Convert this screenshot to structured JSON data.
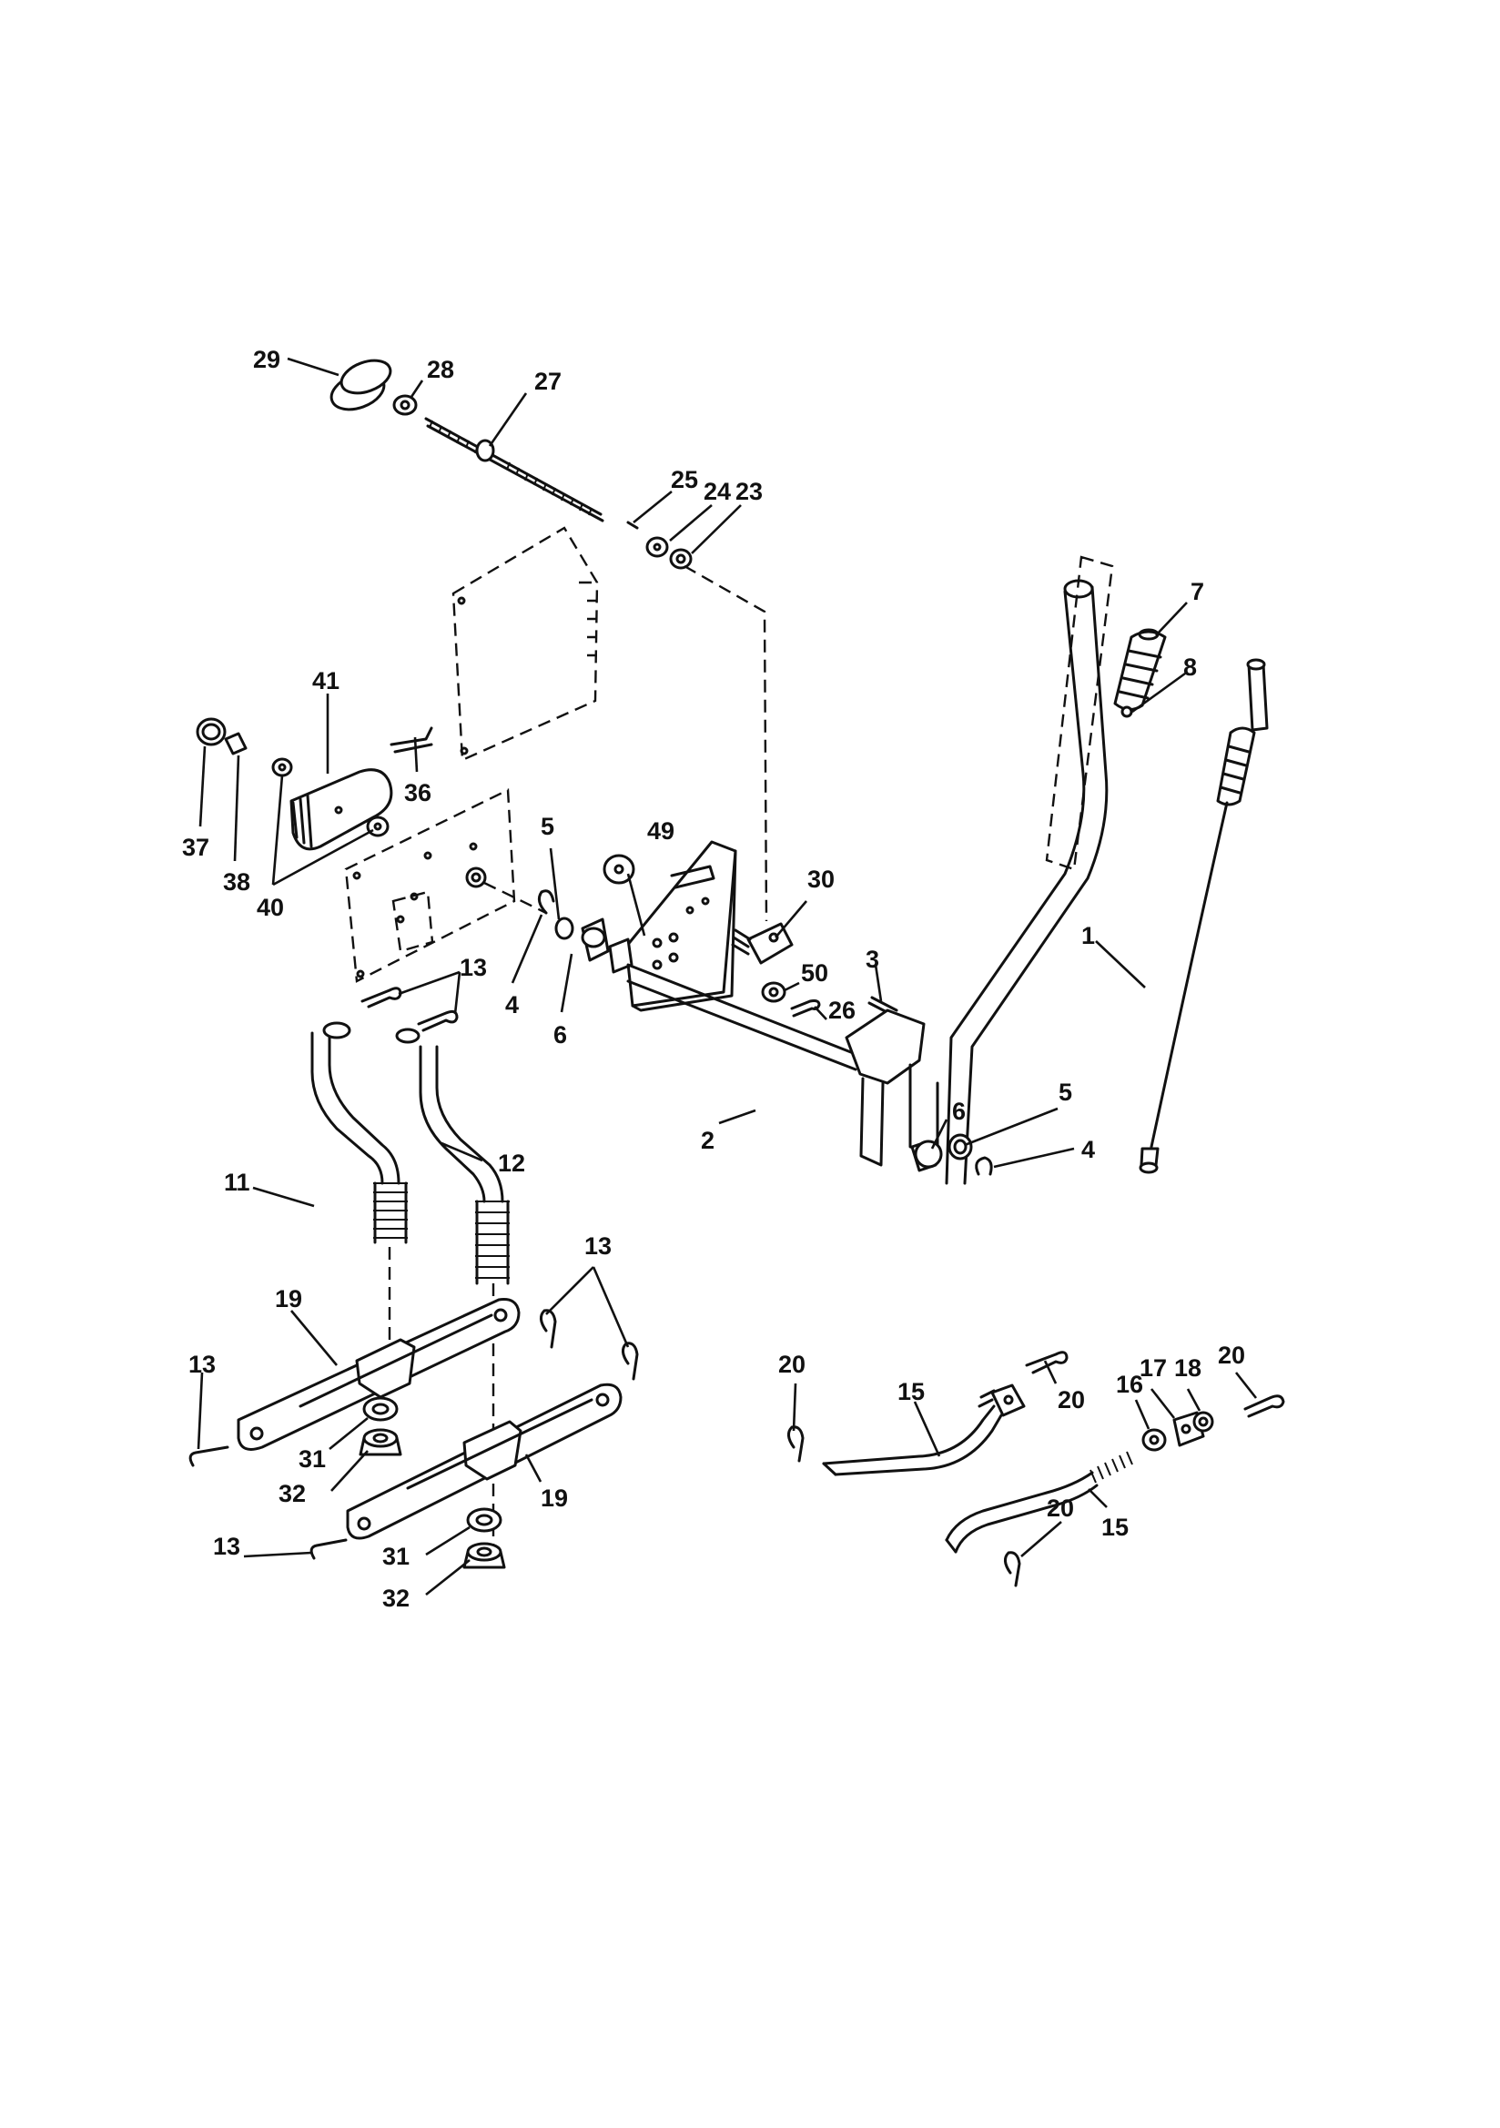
{
  "callouts": [
    "29",
    "28",
    "27",
    "25",
    "24",
    "23",
    "7",
    "8",
    "41",
    "37",
    "38",
    "40",
    "36",
    "5",
    "4",
    "6",
    "49",
    "30",
    "50",
    "26",
    "3",
    "2",
    "1",
    "6",
    "5",
    "4",
    "13",
    "11",
    "12",
    "13",
    "19",
    "13",
    "31",
    "32",
    "19",
    "13",
    "31",
    "32",
    "20",
    "15",
    "20",
    "16",
    "17",
    "18",
    "20",
    "20",
    "15"
  ]
}
